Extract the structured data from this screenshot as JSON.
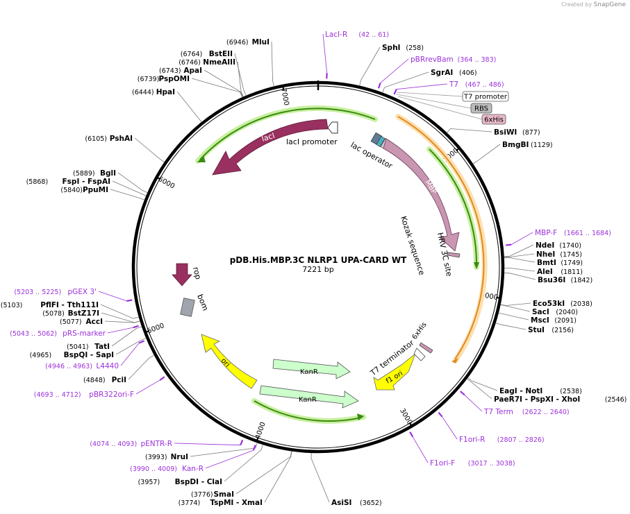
{
  "credit": {
    "created_by": "Created by",
    "brand": "SnapGene"
  },
  "plasmid": {
    "name": "pDB.His.MBP.3C NLRP1 UPA-CARD WT",
    "length": "7221 bp",
    "total_bp": 7221
  },
  "ticks": [
    "1000",
    "2000",
    "3000",
    "4000",
    "5000",
    "6000",
    "7000"
  ],
  "sites": [
    {
      "name": "MluI",
      "pos": "(6946)",
      "bp": 6946,
      "side": "L"
    },
    {
      "name": "BstEII",
      "pos": "(6764)",
      "bp": 6764,
      "side": "L"
    },
    {
      "name": "NmeAIII",
      "pos": "(6746)",
      "bp": 6746,
      "side": "L"
    },
    {
      "name": "ApaI",
      "pos": "(6743)",
      "bp": 6743,
      "side": "L"
    },
    {
      "name": "PspOMI",
      "pos": "(6739)",
      "bp": 6739,
      "side": "L"
    },
    {
      "name": "HpaI",
      "pos": "(6444)",
      "bp": 6444,
      "side": "L"
    },
    {
      "name": "PshAI",
      "pos": "(6105)",
      "bp": 6105,
      "side": "L"
    },
    {
      "name": "BglI",
      "pos": "(5889)",
      "bp": 5889,
      "side": "L"
    },
    {
      "name": "FspI  - FspAI",
      "pos": "(5868)",
      "bp": 5868,
      "side": "L"
    },
    {
      "name": "PpuMI",
      "pos": "(5840)",
      "bp": 5840,
      "side": "L"
    },
    {
      "name": "PflFI  - Tth111I",
      "pos": "(5103)",
      "bp": 5103,
      "side": "L"
    },
    {
      "name": "BstZ17I",
      "pos": "(5078)",
      "bp": 5078,
      "side": "L"
    },
    {
      "name": "AccI",
      "pos": "(5077)",
      "bp": 5077,
      "side": "L"
    },
    {
      "name": "TatI",
      "pos": "(5041)",
      "bp": 5041,
      "side": "L"
    },
    {
      "name": "BspQI  - SapI",
      "pos": "(4965)",
      "bp": 4965,
      "side": "L"
    },
    {
      "name": "PciI",
      "pos": "(4848)",
      "bp": 4848,
      "side": "L"
    },
    {
      "name": "NruI",
      "pos": "(3993)",
      "bp": 3993,
      "side": "L"
    },
    {
      "name": "BspDI  - ClaI",
      "pos": "(3957)",
      "bp": 3957,
      "side": "L"
    },
    {
      "name": "SmaI",
      "pos": "(3776)",
      "bp": 3776,
      "side": "L"
    },
    {
      "name": "TspMI  - XmaI",
      "pos": "(3774)",
      "bp": 3774,
      "side": "L"
    },
    {
      "name": "AsiSI",
      "pos": "(3652)",
      "bp": 3652,
      "side": "R"
    },
    {
      "name": "SphI",
      "pos": "(258)",
      "bp": 258,
      "side": "R"
    },
    {
      "name": "SgrAI",
      "pos": "(406)",
      "bp": 406,
      "side": "R"
    },
    {
      "name": "BsiWI",
      "pos": "(877)",
      "bp": 877,
      "side": "R"
    },
    {
      "name": "BmgBI",
      "pos": "(1129)",
      "bp": 1129,
      "side": "R"
    },
    {
      "name": "NdeI",
      "pos": "(1740)",
      "bp": 1740,
      "side": "R"
    },
    {
      "name": "NheI",
      "pos": "(1745)",
      "bp": 1745,
      "side": "R"
    },
    {
      "name": "BmtI",
      "pos": "(1749)",
      "bp": 1749,
      "side": "R"
    },
    {
      "name": "AleI",
      "pos": "(1811)",
      "bp": 1811,
      "side": "R"
    },
    {
      "name": "Bsu36I",
      "pos": "(1842)",
      "bp": 1842,
      "side": "R"
    },
    {
      "name": "Eco53kI",
      "pos": "(2038)",
      "bp": 2038,
      "side": "R"
    },
    {
      "name": "SacI",
      "pos": "(2040)",
      "bp": 2040,
      "side": "R"
    },
    {
      "name": "MscI",
      "pos": "(2091)",
      "bp": 2091,
      "side": "R"
    },
    {
      "name": "StuI",
      "pos": "(2156)",
      "bp": 2156,
      "side": "R"
    },
    {
      "name": "EagI  - NotI",
      "pos": "(2538)",
      "bp": 2538,
      "side": "R"
    },
    {
      "name": "PaeR7I  - PspXI  - XhoI",
      "pos": "(2546)",
      "bp": 2546,
      "side": "R"
    }
  ],
  "primers": [
    {
      "name": "LacI-R",
      "pos": "(42 .. 61)",
      "bp": 52
    },
    {
      "name": "pBRrevBam",
      "pos": "(364 .. 383)",
      "bp": 374
    },
    {
      "name": "T7",
      "pos": "(467 .. 486)",
      "bp": 476
    },
    {
      "name": "MBP-F",
      "pos": "(1661 .. 1684)",
      "bp": 1672
    },
    {
      "name": "T7 Term",
      "pos": "(2622 .. 2640)",
      "bp": 2631
    },
    {
      "name": "F1ori-R",
      "pos": "(2807 .. 2826)",
      "bp": 2816
    },
    {
      "name": "F1ori-F",
      "pos": "(3017 .. 3038)",
      "bp": 3027
    },
    {
      "name": "Kan-R",
      "pos": "(3990 .. 4009)",
      "bp": 4000
    },
    {
      "name": "pENTR-R",
      "pos": "(4074 .. 4093)",
      "bp": 4083
    },
    {
      "name": "pBR322ori-F",
      "pos": "(4693 .. 4712)",
      "bp": 4702
    },
    {
      "name": "L4440",
      "pos": "(4946 .. 4963)",
      "bp": 4954
    },
    {
      "name": "pRS-marker",
      "pos": "(5043 .. 5062)",
      "bp": 5052
    },
    {
      "name": "pGEX 3'",
      "pos": "(5203 .. 5225)",
      "bp": 5214
    }
  ],
  "boxed_features": [
    {
      "name": "T7 promoter"
    },
    {
      "name": "RBS"
    },
    {
      "name": "6xHis"
    }
  ],
  "features": {
    "lacI": "lacI",
    "lacI_promoter": "lacI promoter",
    "lac_operator": "lac operator",
    "mbp": "MBP",
    "kozak": "Kozak sequence",
    "hrv3c": "HRV 3C site",
    "rop": "rop",
    "bom": "bom",
    "ori": "ori",
    "kanr1": "KanR",
    "kanr2": "KanR",
    "t7_terminator": "T7 terminator",
    "his6": "6xHis",
    "f1_ori": "f1 ori"
  },
  "colors": {
    "backbone": "#000000",
    "primer": "#9b30d9",
    "lacI": "#99305f",
    "mbp": "#c896b0",
    "ori": "#ffff00",
    "kanr": "#ccffcc",
    "orf": "#3a8a12",
    "orf_halo": "#c8f0a0",
    "orange": "#e08a20",
    "orange_halo": "#fde0b0",
    "bom": "#a0a4ac"
  }
}
